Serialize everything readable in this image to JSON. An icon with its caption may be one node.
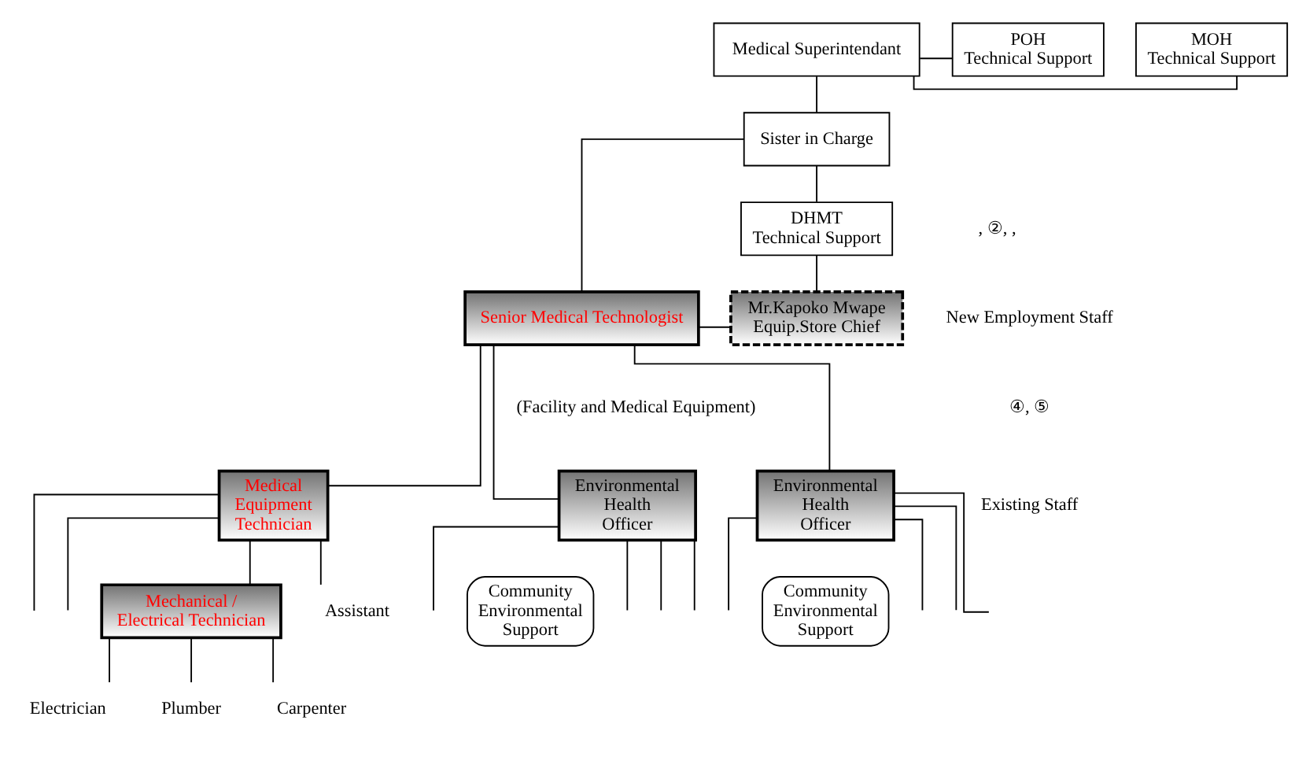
{
  "diagram": {
    "nodes": [
      {
        "text": [
          "Medical Superintendant"
        ]
      },
      {
        "text": [
          "MOH",
          "Technical Support"
        ]
      },
      {
        "text": [
          "POH",
          "Technical Support"
        ]
      },
      {
        "text": [
          "Sister in Charge"
        ]
      },
      {
        "text": [
          "DHMT",
          "Technical Support"
        ]
      },
      {
        "text": [
          "Senior Medical Technologist"
        ]
      },
      {
        "text": [
          "Mr.Kapoko Mwape Equip.Store Chief"
        ]
      },
      {
        "text": [
          "Medical Equipment Technician"
        ]
      },
      {
        "text": [
          "Environmental Health Officer"
        ]
      },
      {
        "text": [
          "Environmental Health Officer"
        ]
      },
      {
        "text": [
          "Mechanical / Electrical Technician"
        ]
      },
      {
        "text": [
          "Assistant"
        ]
      },
      {
        "text": [
          "Community Environmental Support"
        ]
      },
      {
        "text": [
          "Community Environmental Support"
        ]
      },
      {
        "text": [
          "Electrician"
        ]
      },
      {
        "text": [
          "Plumber"
        ]
      },
      {
        "text": [
          "Carpenter"
        ]
      }
    ],
    "edges": [
      {
        "from": 0,
        "to": 3,
        "arrow": "none"
      },
      {
        "from": 0,
        "to": 1,
        "arrow": "none"
      },
      {
        "from": 0,
        "to": 2,
        "arrow": "none"
      },
      {
        "from": 3,
        "to": 4,
        "arrow": "none"
      },
      {
        "from": 3,
        "to": 5,
        "arrow": "none"
      },
      {
        "from": 4,
        "to": 6,
        "arrow": "none"
      },
      {
        "from": 5,
        "to": 6,
        "arrow": "none"
      },
      {
        "from": 5,
        "to": 7,
        "arrow": "none"
      },
      {
        "from": 5,
        "to": 8,
        "arrow": "none"
      },
      {
        "from": 5,
        "to": 9,
        "arrow": "none"
      },
      {
        "from": 7,
        "to": 10,
        "arrow": "none"
      },
      {
        "from": 7,
        "to": null,
        "arrow": "none"
      },
      {
        "from": 7,
        "to": null,
        "arrow": "none"
      },
      {
        "from": 7,
        "to": 11,
        "arrow": "none"
      },
      {
        "from": 8,
        "to": null,
        "arrow": "none"
      },
      {
        "from": 8,
        "to": null,
        "arrow": "none"
      },
      {
        "from": 8,
        "to": null,
        "arrow": "none"
      },
      {
        "from": 8,
        "to": null,
        "arrow": "none"
      },
      {
        "from": 9,
        "to": null,
        "arrow": "none"
      },
      {
        "from": 9,
        "to": null,
        "arrow": "none"
      },
      {
        "from": 9,
        "to": null,
        "arrow": "none"
      },
      {
        "from": 9,
        "to": null,
        "arrow": "none"
      },
      {
        "from": 10,
        "to": 14,
        "arrow": "none"
      },
      {
        "from": 10,
        "to": 15,
        "arrow": "none"
      },
      {
        "from": 10,
        "to": 16,
        "arrow": "none"
      }
    ],
    "labels": [
      "(Facility and Medical Equipment)",
      ", ②, ,",
      "New Employment Staff",
      "④, ⑤",
      "Existing Staff"
    ]
  }
}
